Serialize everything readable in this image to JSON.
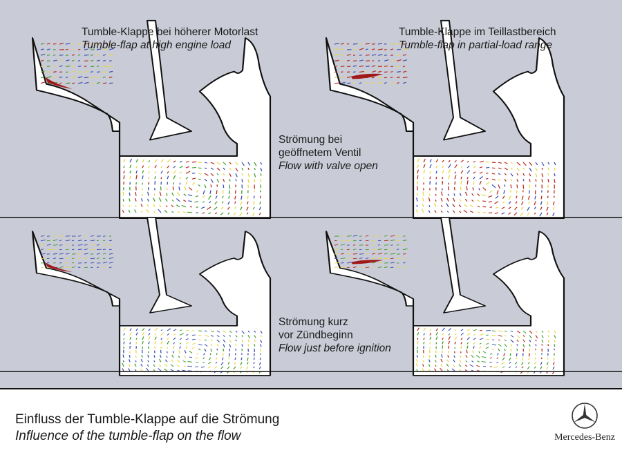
{
  "panels": {
    "top_left": {
      "caption_de": "Tumble-Klappe bei höherer Motorlast",
      "caption_en": "Tumble-flap at high engine load"
    },
    "top_right": {
      "caption_de": "Tumble-Klappe im Teillastbereich",
      "caption_en": "Tumble-flap in partial-load range"
    }
  },
  "rows": {
    "top": {
      "line1": "Strömung bei",
      "line2": "geöffnetem Ventil",
      "line3": "Flow with valve open"
    },
    "bottom": {
      "line1": "Strömung kurz",
      "line2": "vor Zündbeginn",
      "line3": "Flow just before ignition"
    }
  },
  "footer": {
    "title_de": "Einfluss der Tumble-Klappe auf die Strömung",
    "title_en": "Influence of the tumble-flap on the flow",
    "brand": "Mercedes-Benz"
  },
  "colors": {
    "background": "#c9cbd6",
    "outline": "#111111",
    "flap": "#a01818",
    "vector_blue": "#3a4fb0",
    "vector_green": "#3f9e2a",
    "vector_yellow": "#e8d640",
    "vector_red": "#b82a1a"
  },
  "icons": {
    "logo": "three-pointed-star-icon"
  }
}
